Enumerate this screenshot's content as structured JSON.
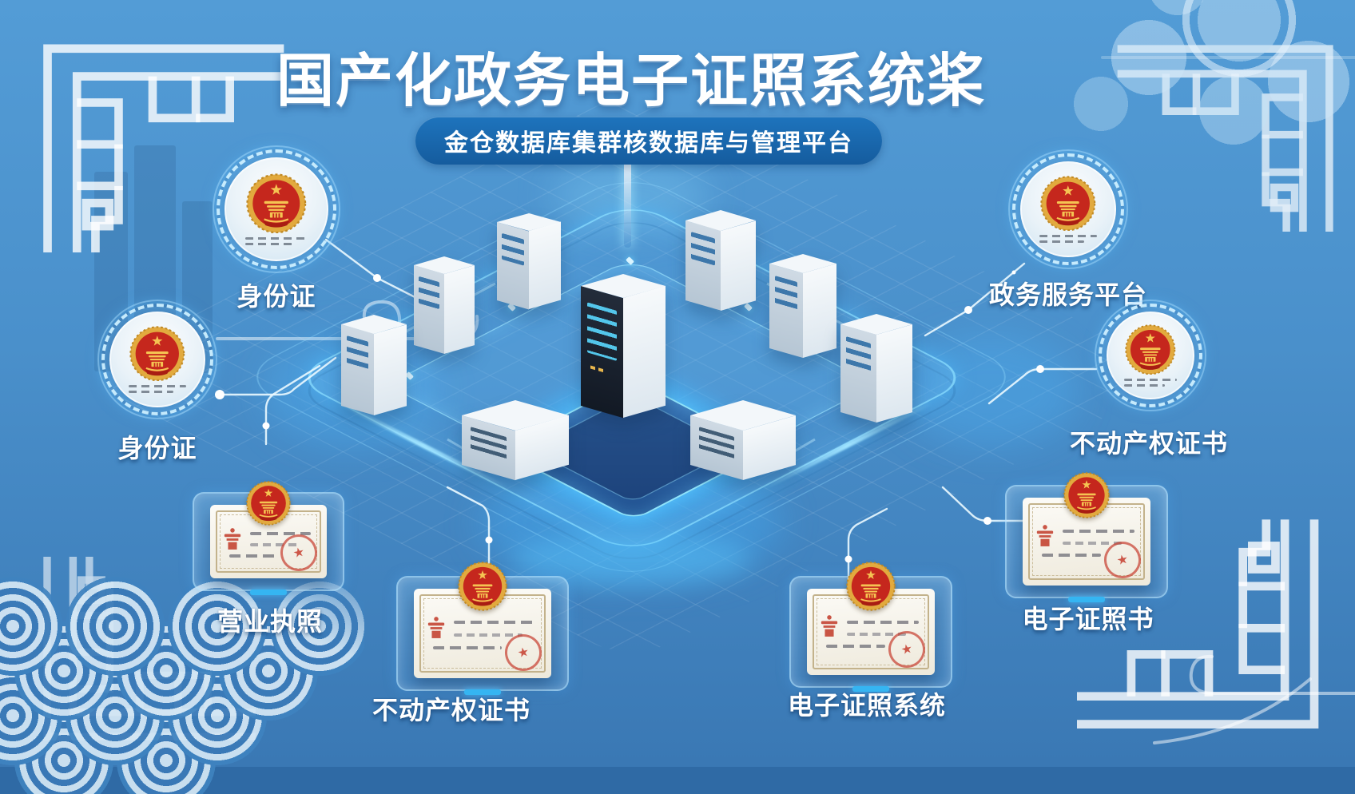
{
  "title": "国产化政务电子证照系统桨",
  "subtitle": "金仓数据库集群核数据库与管理平台",
  "nodes": {
    "id_card_top": {
      "label": "身份证",
      "icon": "china-national-emblem"
    },
    "id_card_left": {
      "label": "身份证",
      "icon": "china-national-emblem"
    },
    "business_license": {
      "label": "营业执照",
      "icon": "certificate-card"
    },
    "property_cert_bottom": {
      "label": "不动产权证书",
      "icon": "certificate-card"
    },
    "elicense_system": {
      "label": "电子证照系统",
      "icon": "certificate-card"
    },
    "elicense_book": {
      "label": "电子证照书",
      "icon": "certificate-card"
    },
    "gov_service_platform": {
      "label": "政务服务平台",
      "icon": "china-national-emblem"
    },
    "property_cert_right": {
      "label": "不动产权证书",
      "icon": "china-national-emblem"
    }
  },
  "center_illustration": {
    "icon": "database-server-cluster-platform"
  },
  "colors": {
    "background_top": "#539cd6",
    "background_bottom": "#3a78b4",
    "subtitle_pill": "#155c9e",
    "glow_accent": "#6fd8ff",
    "emblem_red": "#c5271d",
    "emblem_gold": "#e2aa3e",
    "certificate_paper": "#f7f3e8",
    "label_text": "#ffffff"
  }
}
